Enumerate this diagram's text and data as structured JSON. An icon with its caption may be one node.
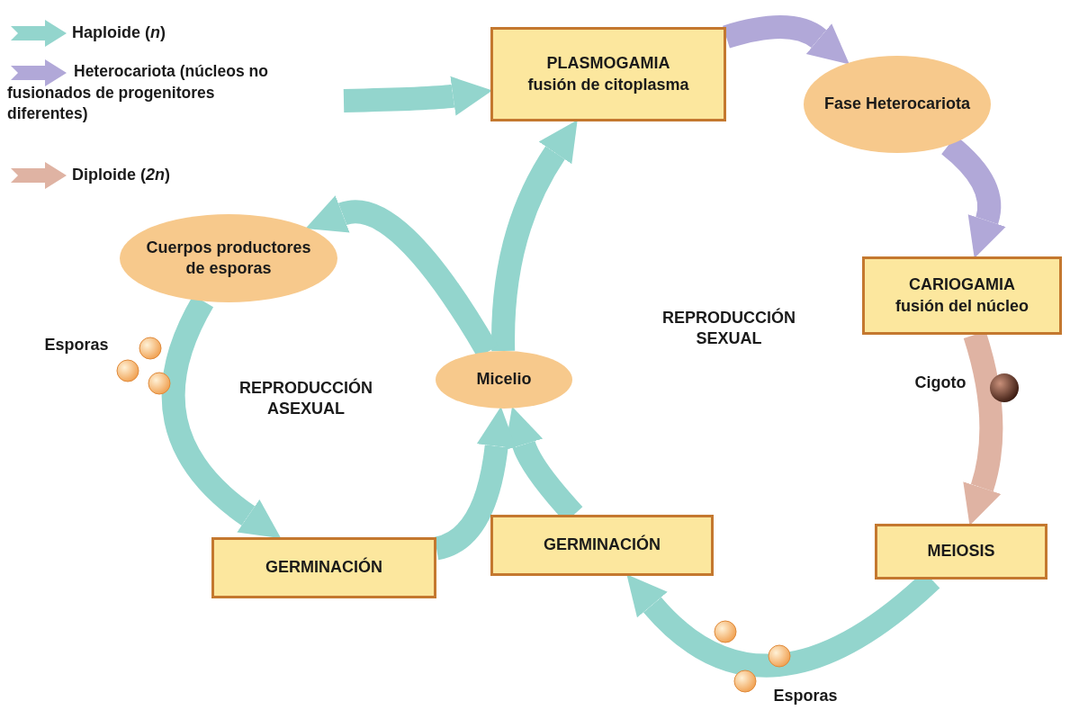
{
  "diagram": {
    "nodes": [
      {
        "text": [
          "PLASMOGAMIA",
          "fusión de citoplasma"
        ]
      },
      {
        "text": [
          "Fase Heterocariota"
        ]
      },
      {
        "text": [
          "CARIOGAMIA",
          "fusión del núcleo"
        ]
      },
      {
        "text": [
          "MEIOSIS"
        ]
      },
      {
        "text": [
          "GERMINACIÓN"
        ]
      },
      {
        "text": [
          "Micelio"
        ]
      },
      {
        "text": [
          "Cuerpos productores de esporas"
        ]
      },
      {
        "text": [
          "GERMINACIÓN"
        ]
      }
    ],
    "edges": [
      {
        "from": 0,
        "to": 1,
        "arrow": "to",
        "color": "#b1a8d8"
      },
      {
        "from": 1,
        "to": 2,
        "arrow": "to",
        "color": "#b1a8d8"
      },
      {
        "from": 2,
        "to": 3,
        "arrow": "to",
        "color": "#dfb3a3"
      },
      {
        "from": 3,
        "to": 4,
        "arrow": "to"
      },
      {
        "from": 4,
        "to": 5,
        "arrow": "to"
      },
      {
        "from": 5,
        "to": 0,
        "arrow": "to"
      },
      {
        "from": null,
        "to": 0,
        "arrow": "to"
      },
      {
        "from": 5,
        "to": 6,
        "arrow": "to"
      },
      {
        "from": 6,
        "to": 7,
        "arrow": "to"
      },
      {
        "from": 7,
        "to": 5,
        "arrow": "to"
      }
    ],
    "labels": [
      "REPRODUCCIÓN SEXUAL",
      "Esporas",
      "Cigoto",
      "REPRODUCCIÓN ASEXUAL",
      "Esporas"
    ],
    "legend": [
      {
        "text": "Haploide (*n*)",
        "color": "#93d5cd"
      },
      {
        "text": "Heterocariota (núcleos no fusionados de progenitores diferentes)",
        "color": "#b1a8d8"
      },
      {
        "text": "Diploide (*2n*)",
        "color": "#dfb3a3"
      }
    ]
  }
}
